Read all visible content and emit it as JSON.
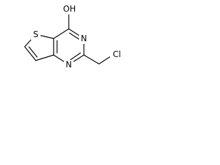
{
  "molecule": {
    "atoms": {
      "oh": "OH",
      "s": "S",
      "n_upper": "N",
      "n_lower": "N",
      "cl": "Cl"
    },
    "colors": {
      "bond": "#000000",
      "label": "#000000",
      "background": "#ffffff"
    }
  }
}
